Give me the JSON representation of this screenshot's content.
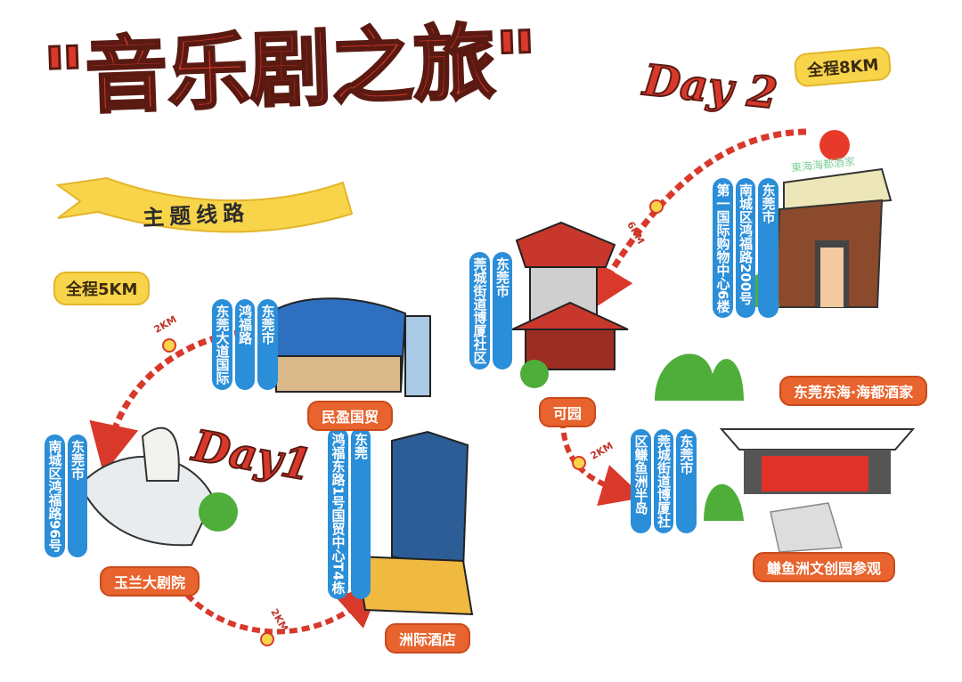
{
  "title": "\"音乐剧之旅\"",
  "subtitle": "主题线路",
  "day2": {
    "label": "Day 2",
    "total": "全程8KM"
  },
  "day1": {
    "label": "Day1",
    "total": "全程5KM"
  },
  "distances": [
    "2KM",
    "2KM",
    "6KM",
    "2KM"
  ],
  "stops": [
    {
      "name": "民盈国贸",
      "address": [
        "东莞市",
        "鸿福路",
        "东莞大道国际"
      ]
    },
    {
      "name": "玉兰大剧院",
      "address": [
        "东莞市",
        "南城区鸿福路96号"
      ]
    },
    {
      "name": "洲际酒店",
      "address": [
        "东莞",
        "鸿福东路1号国贸中心T4栋"
      ]
    },
    {
      "name": "可园",
      "address": [
        "东莞市",
        "莞城街道博厦社区"
      ]
    },
    {
      "name": "东莞东海·海都酒家",
      "address": [
        "东莞市",
        "南城区鸿福路200号",
        "第一国际购物中心6楼"
      ],
      "sign": "東海海都酒家"
    },
    {
      "name": "鳒鱼洲文创园参观",
      "address": [
        "东莞市",
        "莞城街道博厦社",
        "区鳒鱼洲半岛"
      ]
    }
  ],
  "colors": {
    "title": "#d8392b",
    "route": "#d8392b",
    "address": "#2b8ed8",
    "label": "#e8632d",
    "badge": "#f8d44a"
  }
}
